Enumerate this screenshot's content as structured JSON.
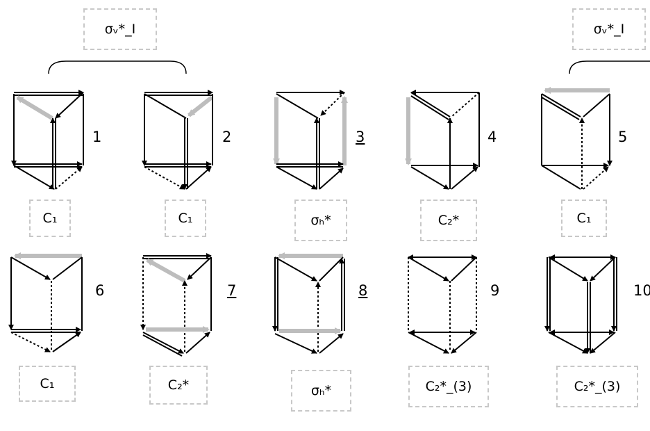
{
  "top_labels": [
    "σᵥ*_I",
    "σᵥ*_I"
  ],
  "numbers": [
    "1",
    "2",
    "3",
    "4",
    "5",
    "6",
    "7",
    "8",
    "9",
    "10"
  ],
  "underlined_numbers": [
    "3",
    "7",
    "8"
  ],
  "labels": [
    "C₁",
    "C₁",
    "σₕ*",
    "C₂*",
    "C₁",
    "C₁",
    "C₂*",
    "σₕ*",
    "C₂*_(3)",
    "C₂*_(3)"
  ],
  "colors": {
    "box_border": "#c8c8c8",
    "edge": "#000000",
    "highlight": "#bdbdbd"
  },
  "edge_styles": [
    "single-arrow",
    "double-line-arrow",
    "dotted-arrow",
    "highlighted-arrow"
  ]
}
